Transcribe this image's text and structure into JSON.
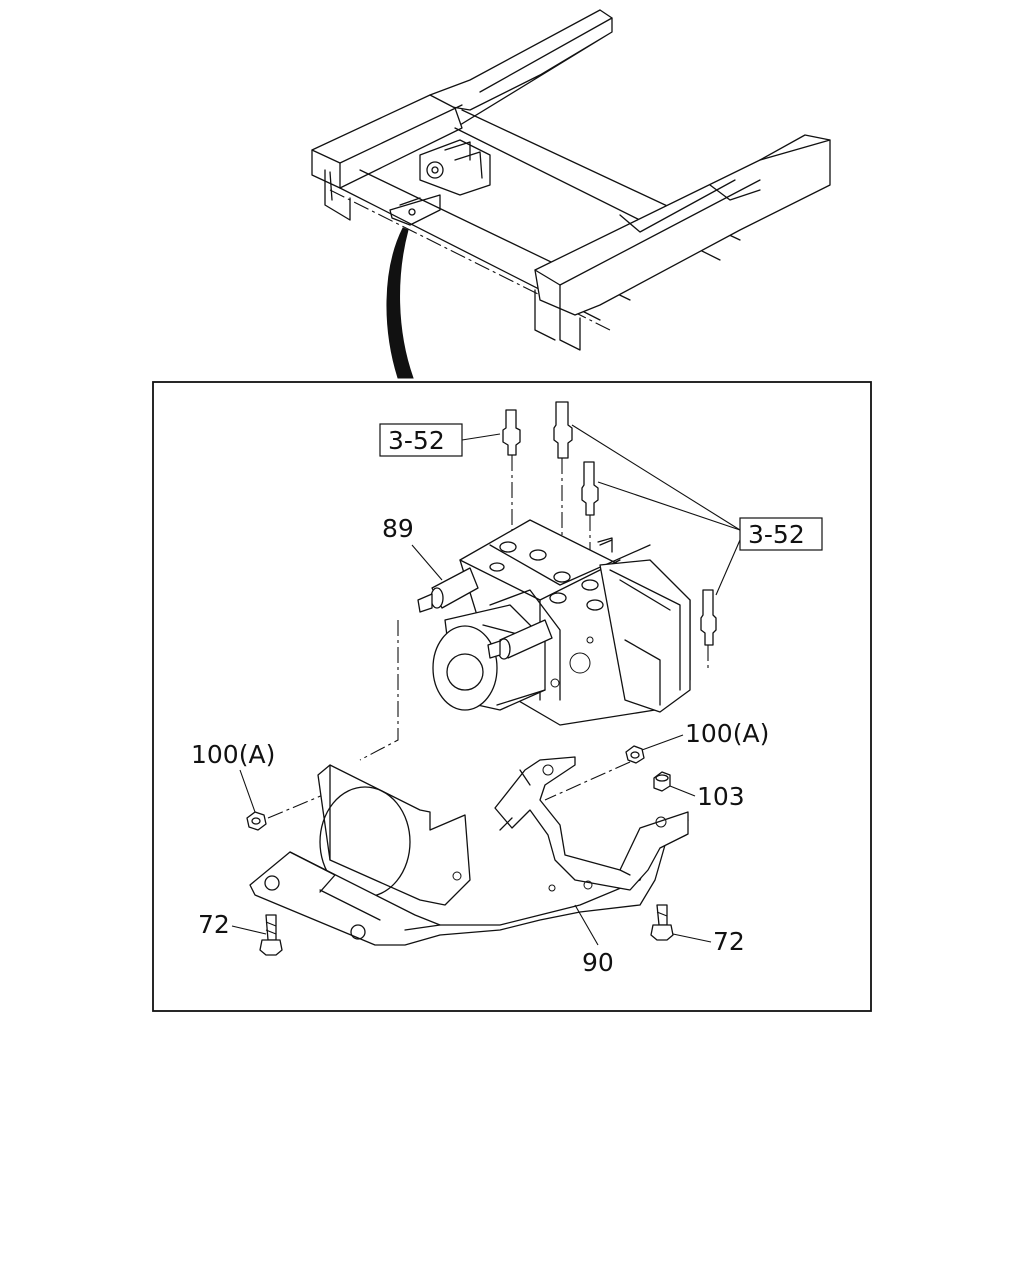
{
  "callouts": {
    "ref_top_left": "3-52",
    "ref_right": "3-52",
    "part_89": "89",
    "part_100a_left": "100(A)",
    "part_100a_right": "100(A)",
    "part_103": "103",
    "part_72_left": "72",
    "part_72_right": "72",
    "part_90": "90"
  }
}
